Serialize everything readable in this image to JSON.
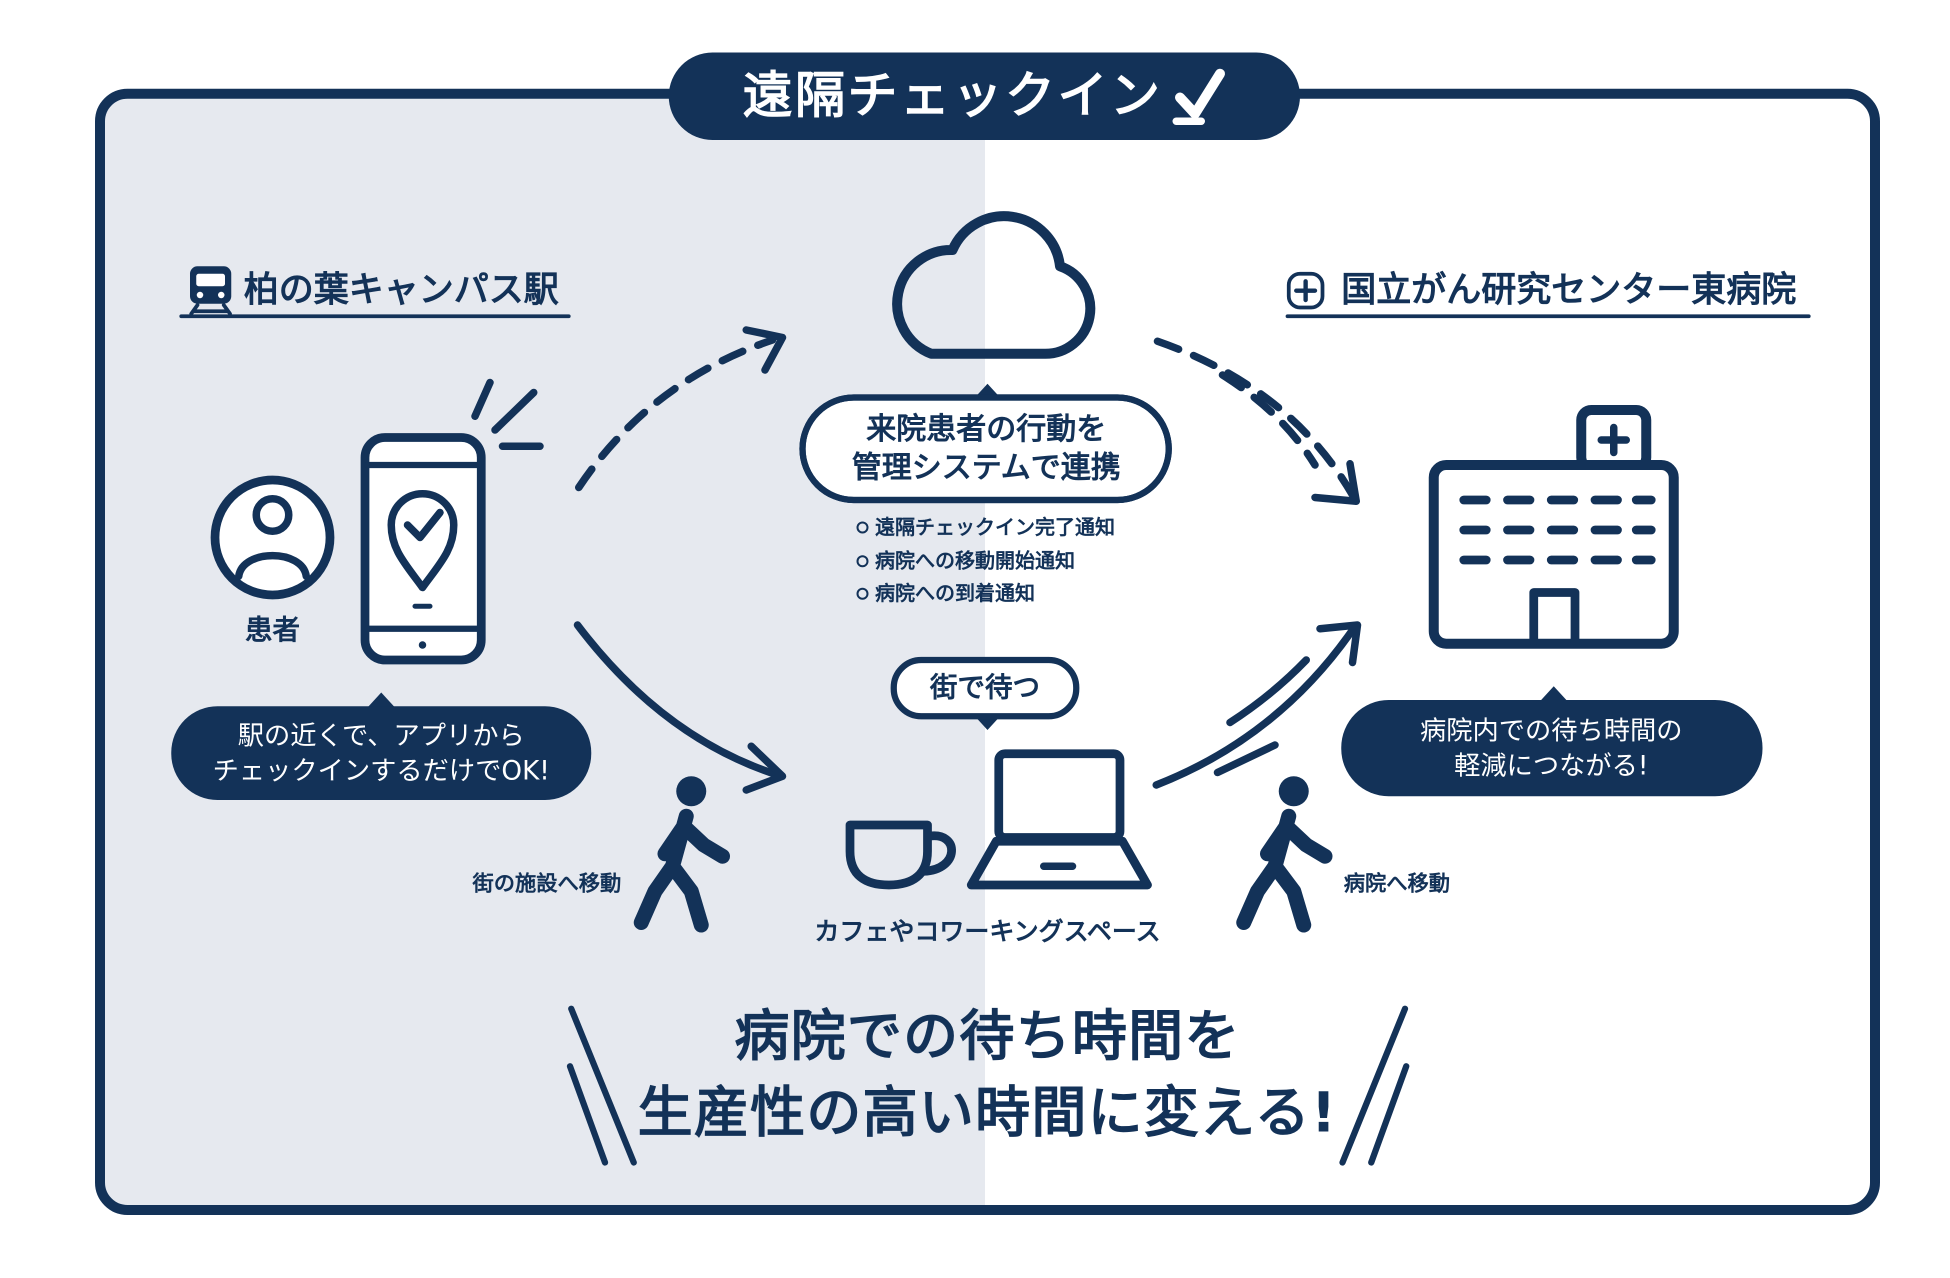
{
  "title": {
    "text": "遠隔チェックイン",
    "icon": "checkmark-icon"
  },
  "station": {
    "name": "柏の葉キャンパス駅",
    "icon": "train-icon"
  },
  "hospital": {
    "name": "国立がん研究センター東病院",
    "icon": "hospital-plus-icon"
  },
  "patient": {
    "label": "患者",
    "icon": "person-icon"
  },
  "app_bubble": {
    "line1": "駅の近くで、アプリから",
    "line2": "チェックインするだけでOK!"
  },
  "system_bubble": {
    "line1": "来院患者の行動を",
    "line2": "管理システムで連携"
  },
  "notifications": [
    "遠隔チェックイン完了通知",
    "病院への移動開始通知",
    "病院への到着通知"
  ],
  "town_wait": {
    "label": "街で待つ",
    "place": "カフェやコワーキングスペース"
  },
  "flows": {
    "to_town": "街の施設へ移動",
    "to_hospital": "病院へ移動"
  },
  "hospital_bubble": {
    "line1": "病院内での待ち時間の",
    "line2": "軽減につながる!"
  },
  "headline": {
    "line1": "病院での待ち時間を",
    "line2": "生産性の高い時間に変える!"
  },
  "icons": [
    "checkmark-icon",
    "train-icon",
    "hospital-plus-icon",
    "cloud-icon",
    "person-icon",
    "smartphone-location-icon",
    "coffee-cup-icon",
    "laptop-icon",
    "walking-person-icon",
    "hospital-building-icon"
  ],
  "colors": {
    "navy": "#133258",
    "left_background": "#e6e9ef",
    "right_background": "#ffffff"
  }
}
